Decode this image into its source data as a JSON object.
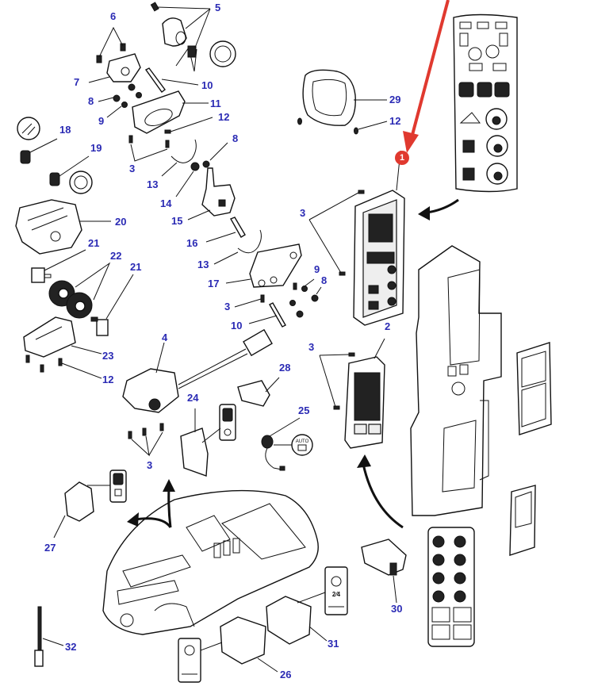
{
  "diagram": {
    "title": "Cab console switches exploded parts diagram",
    "highlight_color": "#e0392f",
    "label_color": "#2a2ab4",
    "highlight_badge": {
      "label": "1",
      "part": "main switch panel"
    },
    "callouts": [
      {
        "id": "c5",
        "label": "5"
      },
      {
        "id": "c6",
        "label": "6"
      },
      {
        "id": "c7",
        "label": "7"
      },
      {
        "id": "c10a",
        "label": "10"
      },
      {
        "id": "c8a",
        "label": "8"
      },
      {
        "id": "c11",
        "label": "11"
      },
      {
        "id": "c9a",
        "label": "9"
      },
      {
        "id": "c12a",
        "label": "12"
      },
      {
        "id": "c18",
        "label": "18"
      },
      {
        "id": "c8b",
        "label": "8"
      },
      {
        "id": "c19",
        "label": "19"
      },
      {
        "id": "c3a",
        "label": "3"
      },
      {
        "id": "c13a",
        "label": "13"
      },
      {
        "id": "c14",
        "label": "14"
      },
      {
        "id": "c20",
        "label": "20"
      },
      {
        "id": "c15",
        "label": "15"
      },
      {
        "id": "c16",
        "label": "16"
      },
      {
        "id": "c21a",
        "label": "21"
      },
      {
        "id": "c22",
        "label": "22"
      },
      {
        "id": "c21b",
        "label": "21"
      },
      {
        "id": "c13b",
        "label": "13"
      },
      {
        "id": "c17",
        "label": "17"
      },
      {
        "id": "c9b",
        "label": "9"
      },
      {
        "id": "c8c",
        "label": "8"
      },
      {
        "id": "c3b",
        "label": "3"
      },
      {
        "id": "c10b",
        "label": "10"
      },
      {
        "id": "c23",
        "label": "23"
      },
      {
        "id": "c4",
        "label": "4"
      },
      {
        "id": "c12b",
        "label": "12"
      },
      {
        "id": "c28",
        "label": "28"
      },
      {
        "id": "c24",
        "label": "24"
      },
      {
        "id": "c25",
        "label": "25"
      },
      {
        "id": "c3c",
        "label": "3"
      },
      {
        "id": "c29",
        "label": "29"
      },
      {
        "id": "c12c",
        "label": "12"
      },
      {
        "id": "c3d",
        "label": "3"
      },
      {
        "id": "c3e",
        "label": "3"
      },
      {
        "id": "c2",
        "label": "2"
      },
      {
        "id": "c27",
        "label": "27"
      },
      {
        "id": "c30",
        "label": "30"
      },
      {
        "id": "c32",
        "label": "32"
      },
      {
        "id": "c31",
        "label": "31"
      },
      {
        "id": "c26",
        "label": "26"
      }
    ],
    "icon_texts": {
      "auto_icon": "AUTO",
      "switch_31_symbol": "2⁄4"
    }
  }
}
